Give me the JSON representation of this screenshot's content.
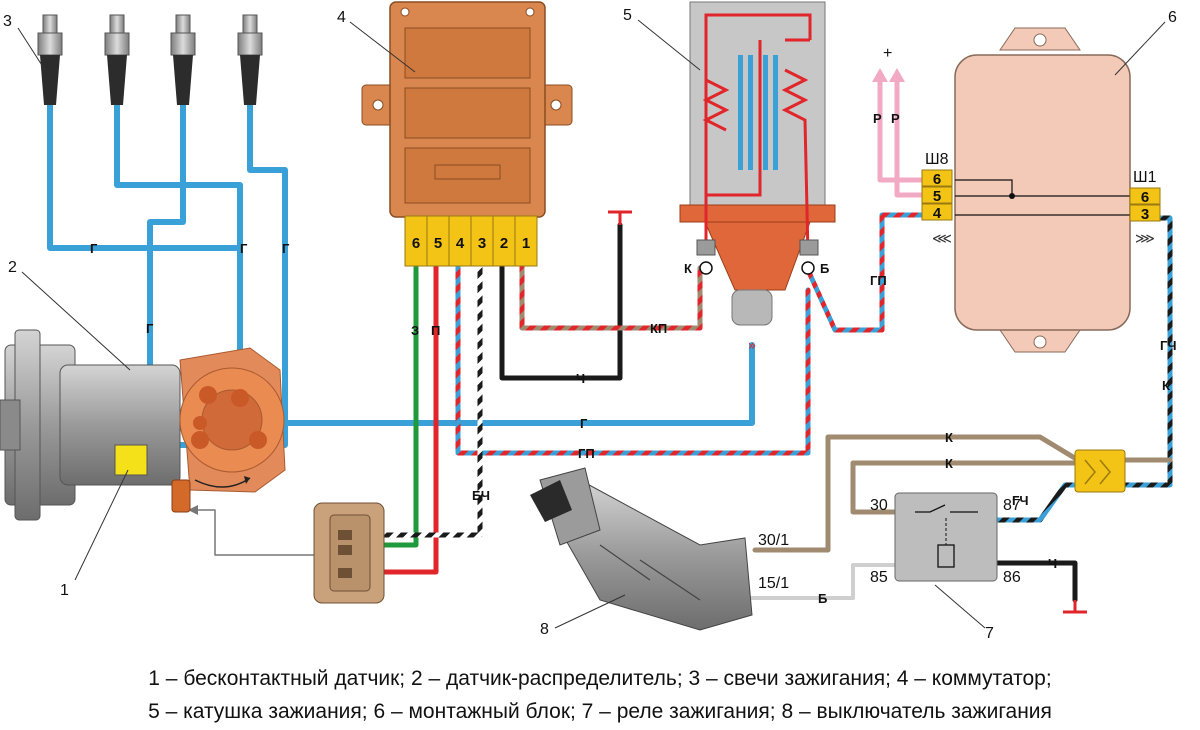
{
  "diagram": {
    "callouts": {
      "n1": "1",
      "n2": "2",
      "n3": "3",
      "n4": "4",
      "n5": "5",
      "n6": "6",
      "n7": "7",
      "n8": "8"
    },
    "commutator_pins": [
      "6",
      "5",
      "4",
      "3",
      "2",
      "1"
    ],
    "block_left_pins": [
      "6",
      "5",
      "4"
    ],
    "block_right_pins": [
      "6",
      "3"
    ],
    "block_connectors": {
      "left": "Ш8",
      "right": "Ш1"
    },
    "coil_terminals": {
      "k": "К",
      "b": "Б"
    },
    "plus_sign": "+",
    "relay_terminals": {
      "t30": "30",
      "t87": "87",
      "t85": "85",
      "t86": "86"
    },
    "switch_terminals": {
      "t30_1": "30/1",
      "t15_1": "15/1"
    },
    "wire_labels": {
      "g1": "Г",
      "g2": "Г",
      "g3": "Г",
      "g4": "Г",
      "g5": "Г",
      "z": "З",
      "p": "П",
      "r1": "Р",
      "r2": "Р",
      "kp": "КП",
      "ch1": "Ч",
      "ch2": "Ч",
      "gp1": "ГП",
      "gp2": "ГП",
      "bch": "БЧ",
      "gch1": "ГЧ",
      "gch2": "ГЧ",
      "k1": "К",
      "k2": "К",
      "k3": "К",
      "b": "Б"
    },
    "colors": {
      "blue_wire": "#3aa0d8",
      "red_wire": "#e0262b",
      "green_wire": "#1e9a3c",
      "black_wire": "#1a1a1a",
      "tan_wire": "#a08a70",
      "pink_wire": "#f2aac4",
      "commutator": "#d9874f",
      "connector_yellow": "#f3c316",
      "coil_body": "#c7c7c7",
      "coil_cap": "#e0673a",
      "mount_block": "#f3c9b7"
    }
  },
  "caption": {
    "line1": "1 – бесконтактный датчик; 2 – датчик-распределитель; 3 – свечи зажигания; 4 – коммутатор;",
    "line2": "5 – катушка зажиания; 6 – монтажный блок; 7 – реле зажигания; 8 – выключатель зажигания"
  }
}
